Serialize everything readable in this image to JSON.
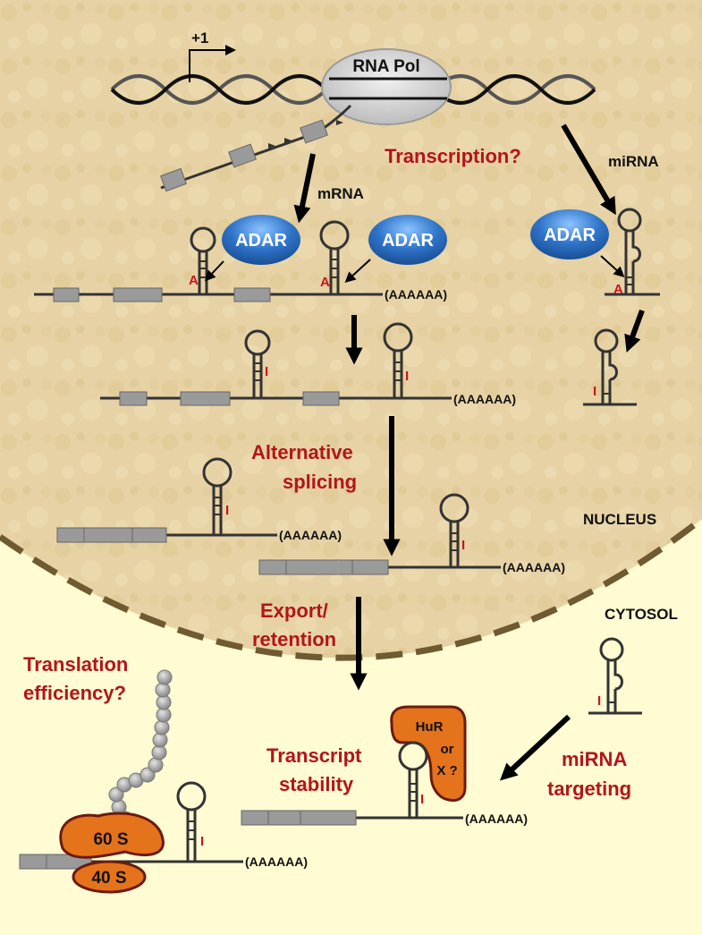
{
  "figure": {
    "tss_label": "+1",
    "polymerase_label": "RNA Pol",
    "mrna_label": "mRNA",
    "mirna_label": "miRNA",
    "adar_label": "ADAR",
    "adenosine_label": "A",
    "inosine_label": "I",
    "polya_label": "(AAAAAA)",
    "nucleus_label": "NUCLEUS",
    "cytosol_label": "CYTOSOL",
    "steps": {
      "transcription": "Transcription?",
      "alt_splicing_1": "Alternative",
      "alt_splicing_2": "splicing",
      "export_1": "Export/",
      "export_2": "retention",
      "translation_1": "Translation",
      "translation_2": "efficiency?",
      "stability_1": "Transcript",
      "stability_2": "stability",
      "mirna_targeting_1": "miRNA",
      "mirna_targeting_2": "targeting"
    },
    "proteins": {
      "hur_1": "HuR",
      "hur_2": "or",
      "hur_3": "X ?",
      "ribosome_large": "60 S",
      "ribosome_small": "40 S"
    },
    "colors": {
      "nucleus_bg": "#e6d2a4",
      "cytosol_bg": "#fffbd2",
      "red_text": "#b3151b",
      "adar_blue": "#2f74c9",
      "protein_orange": "#e4731c",
      "exon_gray": "#9a9a9a"
    }
  }
}
